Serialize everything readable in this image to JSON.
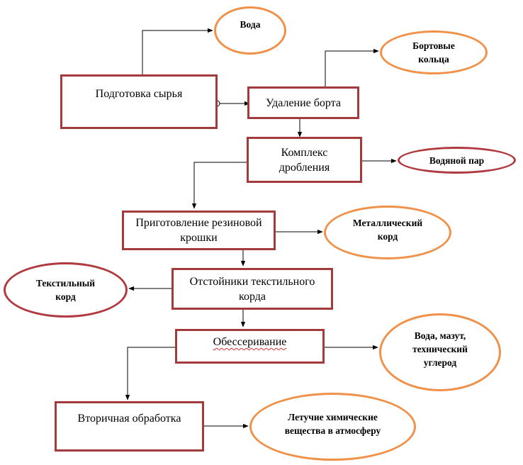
{
  "processes": {
    "raw_prep": "Подготовка сырья",
    "bead_removal": "Удаление борта",
    "crushing_complex": "Комплекс\nдробления",
    "crumb_prep": "Приготовление резиновой\nкрошки",
    "settlers": "Отстойники текстильного\nкорда",
    "desulfurization": "Обессеривание",
    "secondary": "Вторичная обработка"
  },
  "outputs": {
    "water": "Вода",
    "bead_rings": "Бортовые\nкольца",
    "steam": "Водяной пар",
    "metal_cord": "Металлический\nкорд",
    "textile_cord": "Текстильный\nкорд",
    "oil_carbon": "Вода, мазут,\nтехнический\nуглерод",
    "volatiles": "Летучие химические\nвещества в атмосферу"
  },
  "colors": {
    "process_border": "#a33b3d",
    "output_orange": "#f0914a",
    "output_red": "#b03a40"
  }
}
